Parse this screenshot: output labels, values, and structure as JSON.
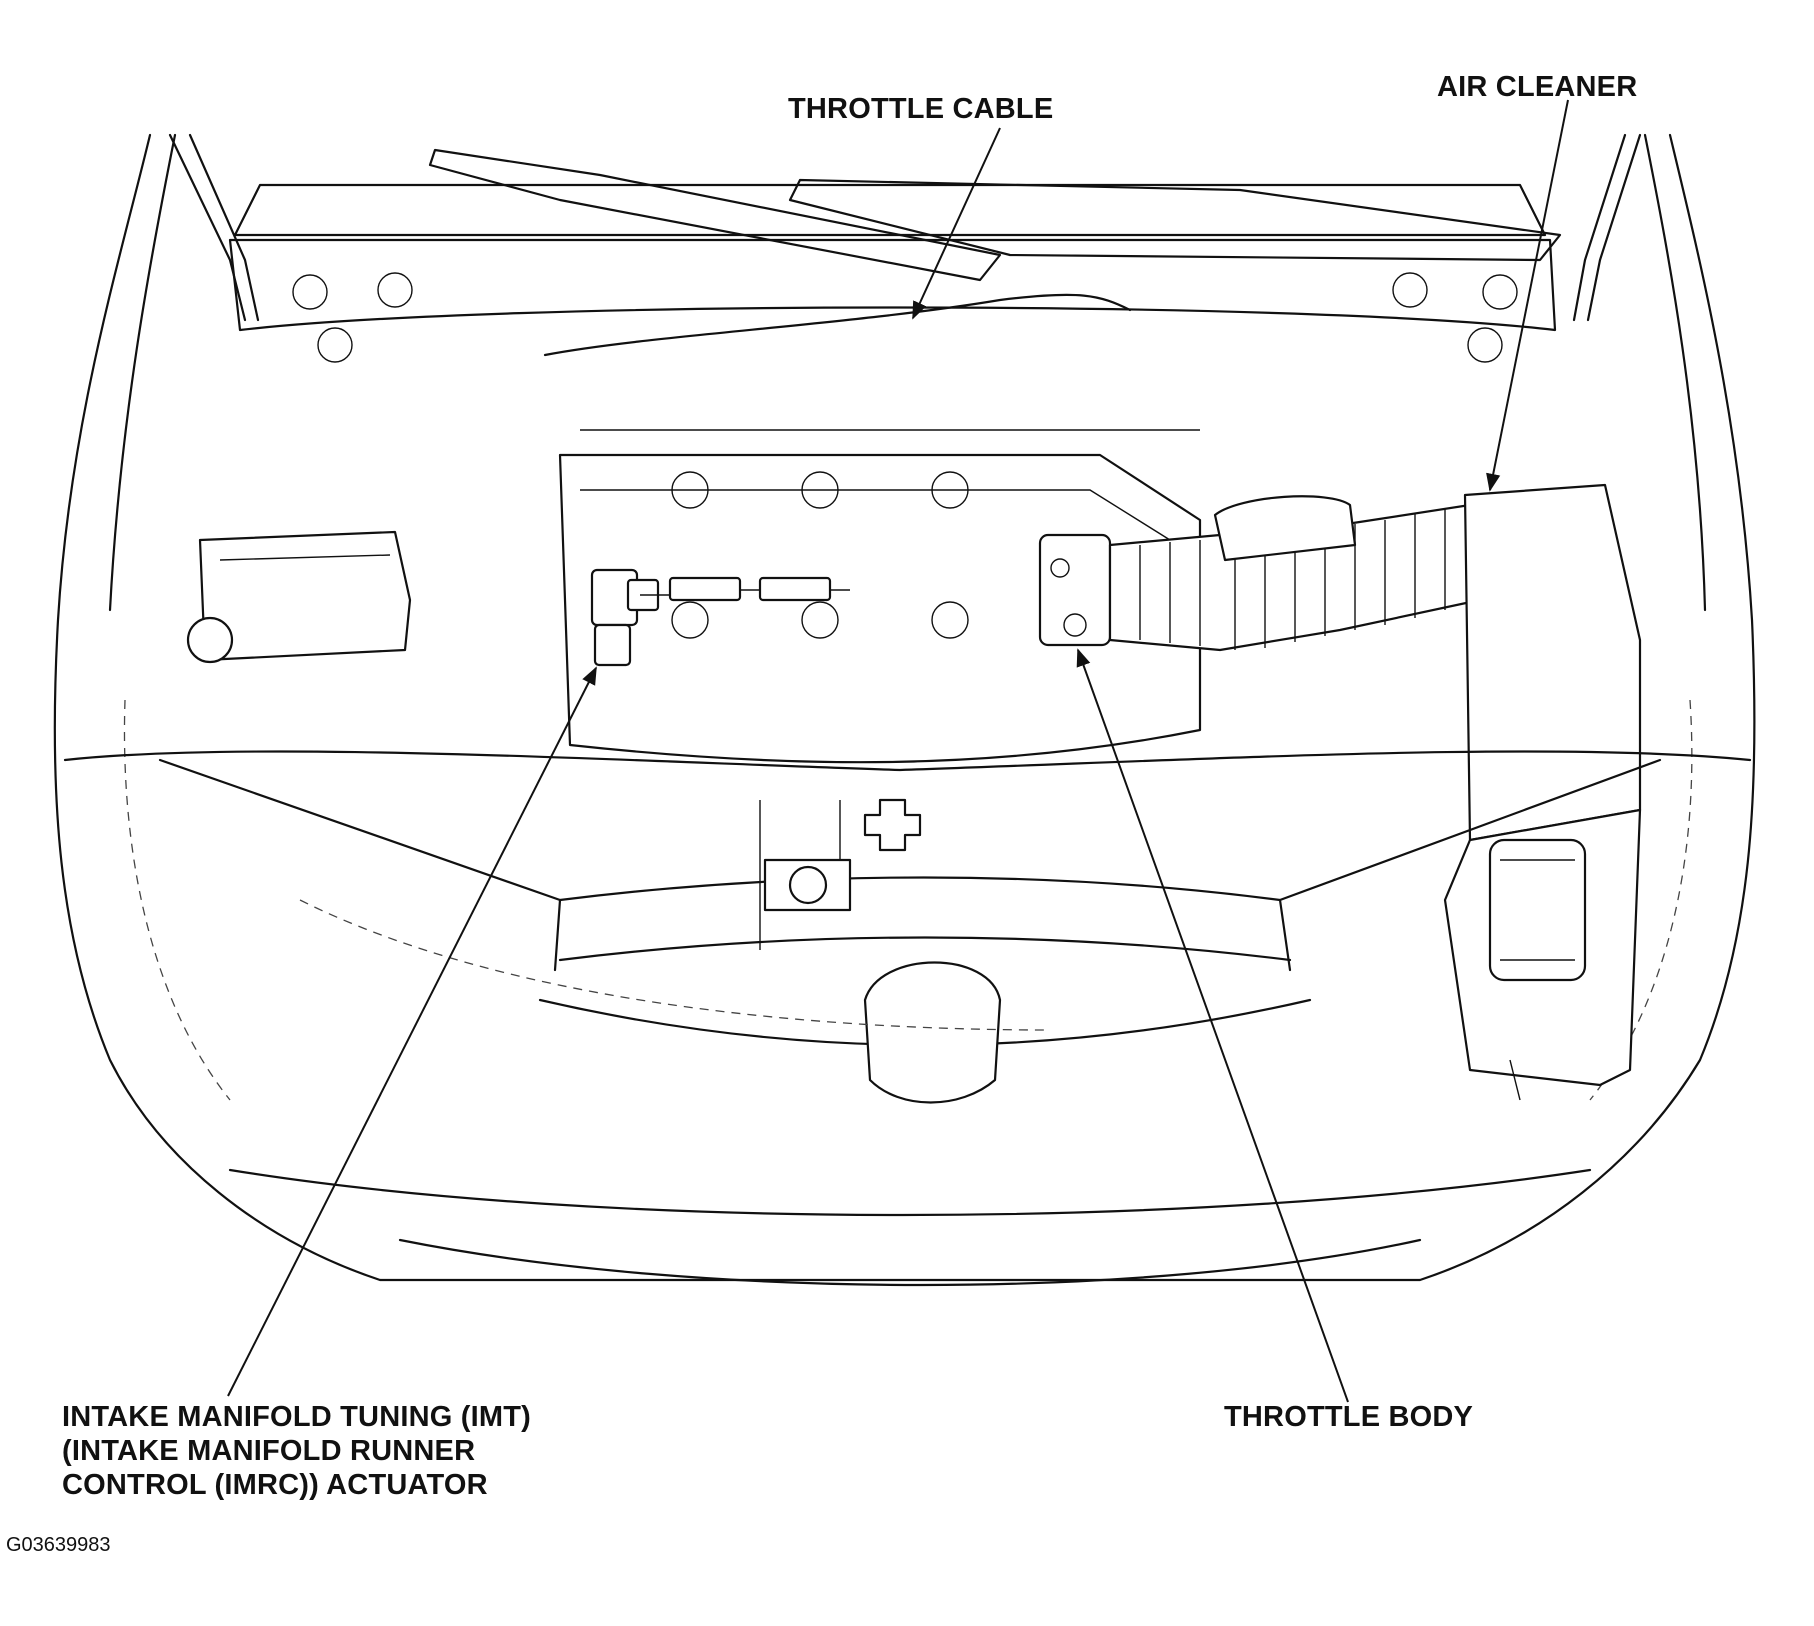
{
  "labels": {
    "throttle_cable": "THROTTLE CABLE",
    "air_cleaner": "AIR CLEANER",
    "throttle_body": "THROTTLE BODY",
    "imt_actuator": [
      "INTAKE MANIFOLD TUNING (IMT)",
      "(INTAKE MANIFOLD RUNNER",
      "CONTROL (IMRC)) ACTUATOR"
    ]
  },
  "figure_code": "G03639983",
  "colors": {
    "ink": "#111111",
    "paper": "#ffffff"
  }
}
